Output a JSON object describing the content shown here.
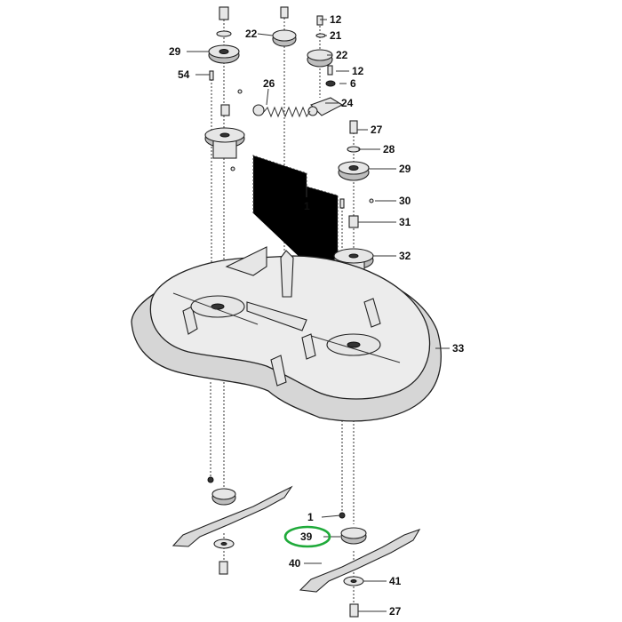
{
  "callouts": [
    {
      "id": "c12a",
      "text": "12"
    },
    {
      "id": "c21",
      "text": "21"
    },
    {
      "id": "c22a",
      "text": "22"
    },
    {
      "id": "c22b",
      "text": "22"
    },
    {
      "id": "c29a",
      "text": "29"
    },
    {
      "id": "c12b",
      "text": "12"
    },
    {
      "id": "c54",
      "text": "54"
    },
    {
      "id": "c6",
      "text": "6"
    },
    {
      "id": "c26",
      "text": "26"
    },
    {
      "id": "c24",
      "text": "24"
    },
    {
      "id": "c27a",
      "text": "27"
    },
    {
      "id": "c28",
      "text": "28"
    },
    {
      "id": "c29b",
      "text": "29"
    },
    {
      "id": "c1a",
      "text": "1"
    },
    {
      "id": "c30",
      "text": "30"
    },
    {
      "id": "c31",
      "text": "31"
    },
    {
      "id": "c32",
      "text": "32"
    },
    {
      "id": "c33",
      "text": "33"
    },
    {
      "id": "c1b",
      "text": "1"
    },
    {
      "id": "c39",
      "text": "39"
    },
    {
      "id": "c40",
      "text": "40"
    },
    {
      "id": "c41",
      "text": "41"
    },
    {
      "id": "c27b",
      "text": "27"
    }
  ],
  "highlight": {
    "callout": "39",
    "color": "#1faa3a"
  }
}
